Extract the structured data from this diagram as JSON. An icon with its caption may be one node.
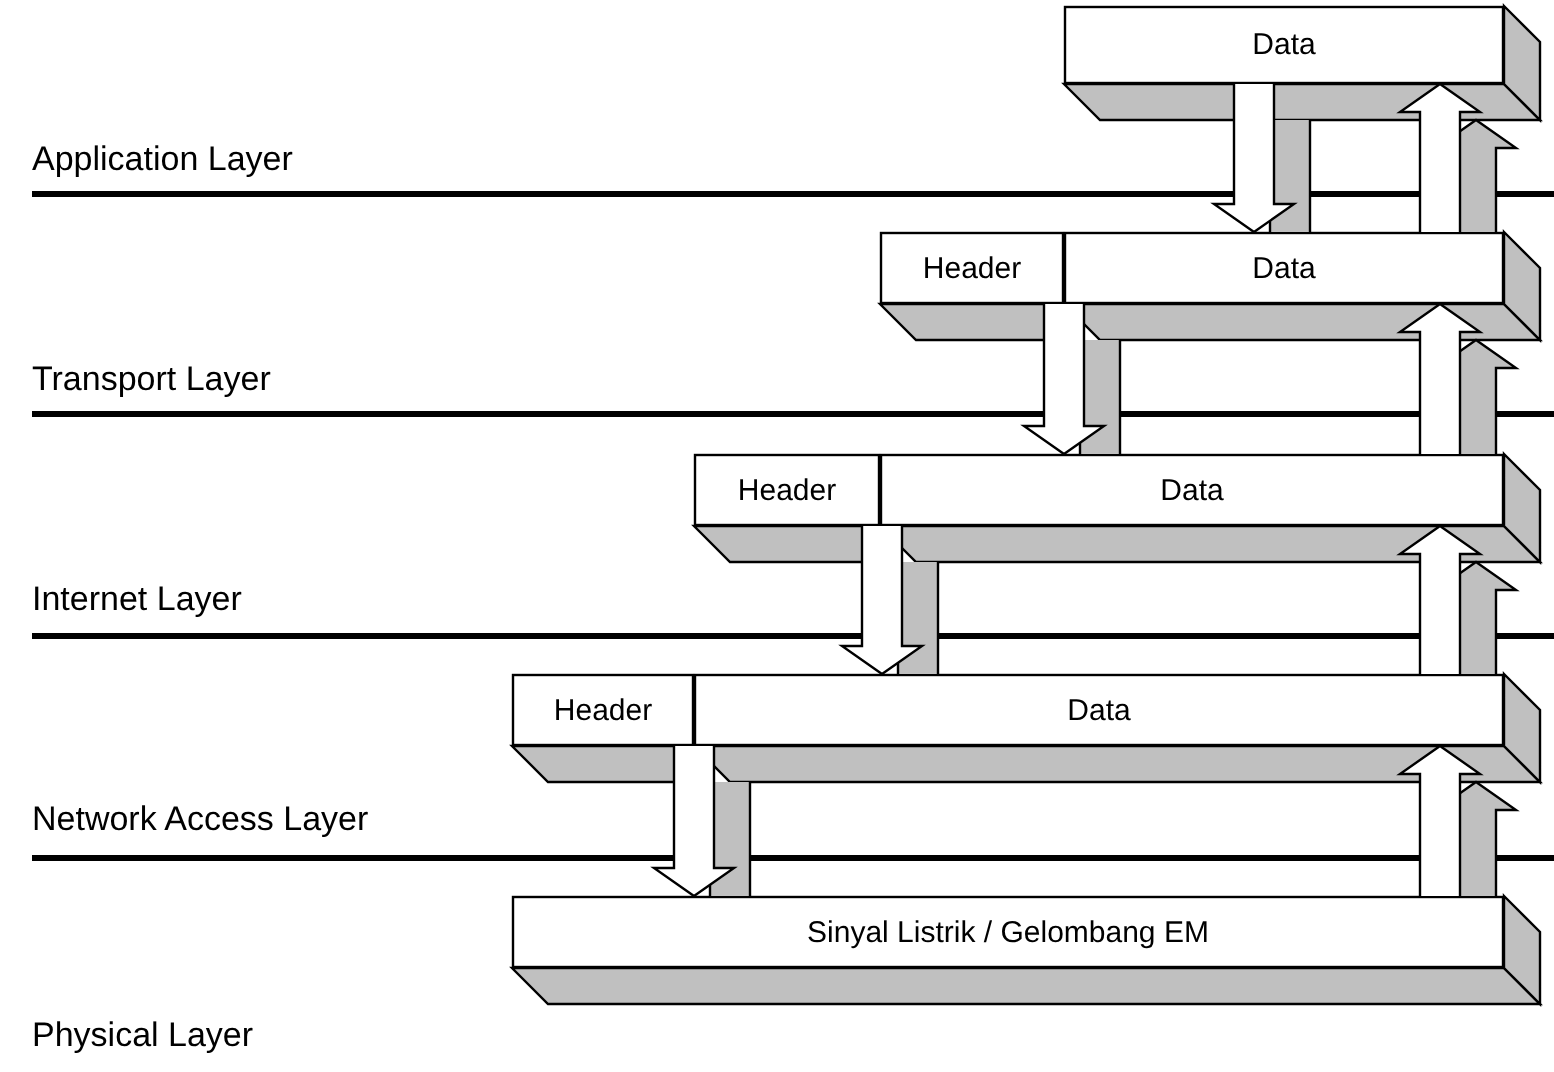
{
  "diagram": {
    "nodes": [
      {
        "text": [
          "Data"
        ]
      },
      {
        "text": [
          "Header"
        ]
      },
      {
        "text": [
          "Data"
        ]
      },
      {
        "text": [
          "Header"
        ]
      },
      {
        "text": [
          "Data"
        ]
      },
      {
        "text": [
          "Header"
        ]
      },
      {
        "text": [
          "Data"
        ]
      },
      {
        "text": [
          "Sinyal Listrik / Gelombang EM"
        ]
      }
    ],
    "edges": [
      {
        "from": 0,
        "to": 2,
        "arrow": "to"
      },
      {
        "from": 2,
        "to": 0,
        "arrow": "to"
      },
      {
        "from": 1,
        "to": 4,
        "arrow": "to"
      },
      {
        "from": 4,
        "to": 2,
        "arrow": "to"
      },
      {
        "from": 3,
        "to": 6,
        "arrow": "to"
      },
      {
        "from": 6,
        "to": 4,
        "arrow": "to"
      },
      {
        "from": 5,
        "to": 7,
        "arrow": "to"
      },
      {
        "from": 7,
        "to": 6,
        "arrow": "to"
      }
    ],
    "labels": [
      "Application Layer",
      "Transport Layer",
      "Internet Layer",
      "Network Access Layer",
      "Physical Layer"
    ]
  }
}
